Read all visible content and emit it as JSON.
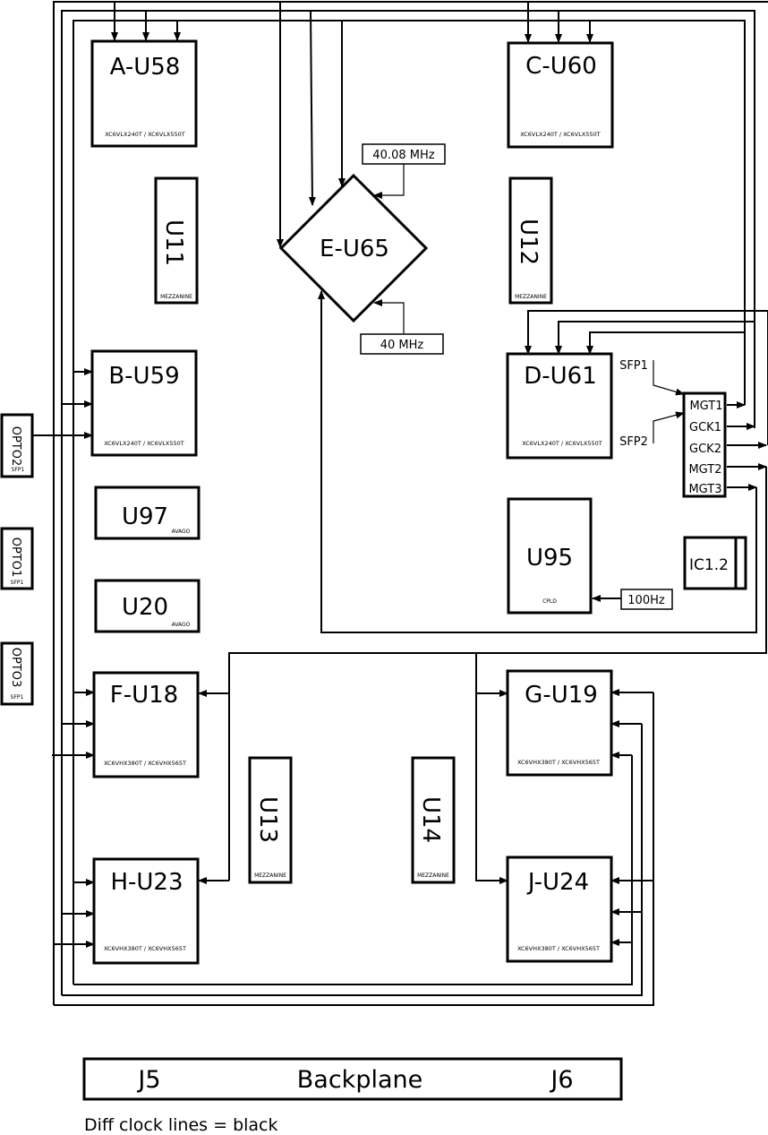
{
  "chips": {
    "a_u58": {
      "name": "A-U58",
      "part": "XC6VLX240T / XC6VLX550T"
    },
    "c_u60": {
      "name": "C-U60",
      "part": "XC6VLX240T / XC6VLX550T"
    },
    "b_u59": {
      "name": "B-U59",
      "part": "XC6VLX240T / XC6VLX550T"
    },
    "d_u61": {
      "name": "D-U61",
      "part": "XC6VLX240T / XC6VLX550T"
    },
    "e_u65": {
      "name": "E-U65"
    },
    "f_u18": {
      "name": "F-U18",
      "part": "XC6VHX380T / XC6VHX565T"
    },
    "g_u19": {
      "name": "G-U19",
      "part": "XC6VHX380T / XC6VHX565T"
    },
    "h_u23": {
      "name": "H-U23",
      "part": "XC6VHX380T / XC6VHX565T"
    },
    "j_u24": {
      "name": "J-U24",
      "part": "XC6VHX380T / XC6VHX565T"
    }
  },
  "mezzanines": {
    "u11": {
      "name": "U11",
      "sub": "MEZZANINE"
    },
    "u12": {
      "name": "U12",
      "sub": "MEZZANINE"
    },
    "u13": {
      "name": "U13",
      "sub": "MEZZANINE"
    },
    "u14": {
      "name": "U14",
      "sub": "MEZZANINE"
    }
  },
  "optics": {
    "u97": {
      "name": "U97",
      "sub": "AVAGO"
    },
    "u20": {
      "name": "U20",
      "sub": "AVAGO"
    }
  },
  "cpld": {
    "name": "U95",
    "sub": "CPLD"
  },
  "clocks": {
    "top": "40.08 MHz",
    "bottom": "40 MHz",
    "cpld": "100Hz"
  },
  "sfp_labels": {
    "sfp1": "SFP1",
    "sfp2": "SFP2"
  },
  "ic12": {
    "name": "IC1.2",
    "pins": [
      "MGT1",
      "GCK1",
      "GCK2",
      "MGT2",
      "MGT3"
    ]
  },
  "opto": [
    {
      "name": "OPTO2",
      "sub": "SFP1"
    },
    {
      "name": "OPTO1",
      "sub": "SFP1"
    },
    {
      "name": "OPTO3",
      "sub": "SFP1"
    }
  ],
  "backplane": {
    "left": "J5",
    "center": "Backplane",
    "right": "J6"
  },
  "footnote": "Diff clock lines = black",
  "colors": {
    "line": "#000000",
    "background": "#ffffff"
  }
}
